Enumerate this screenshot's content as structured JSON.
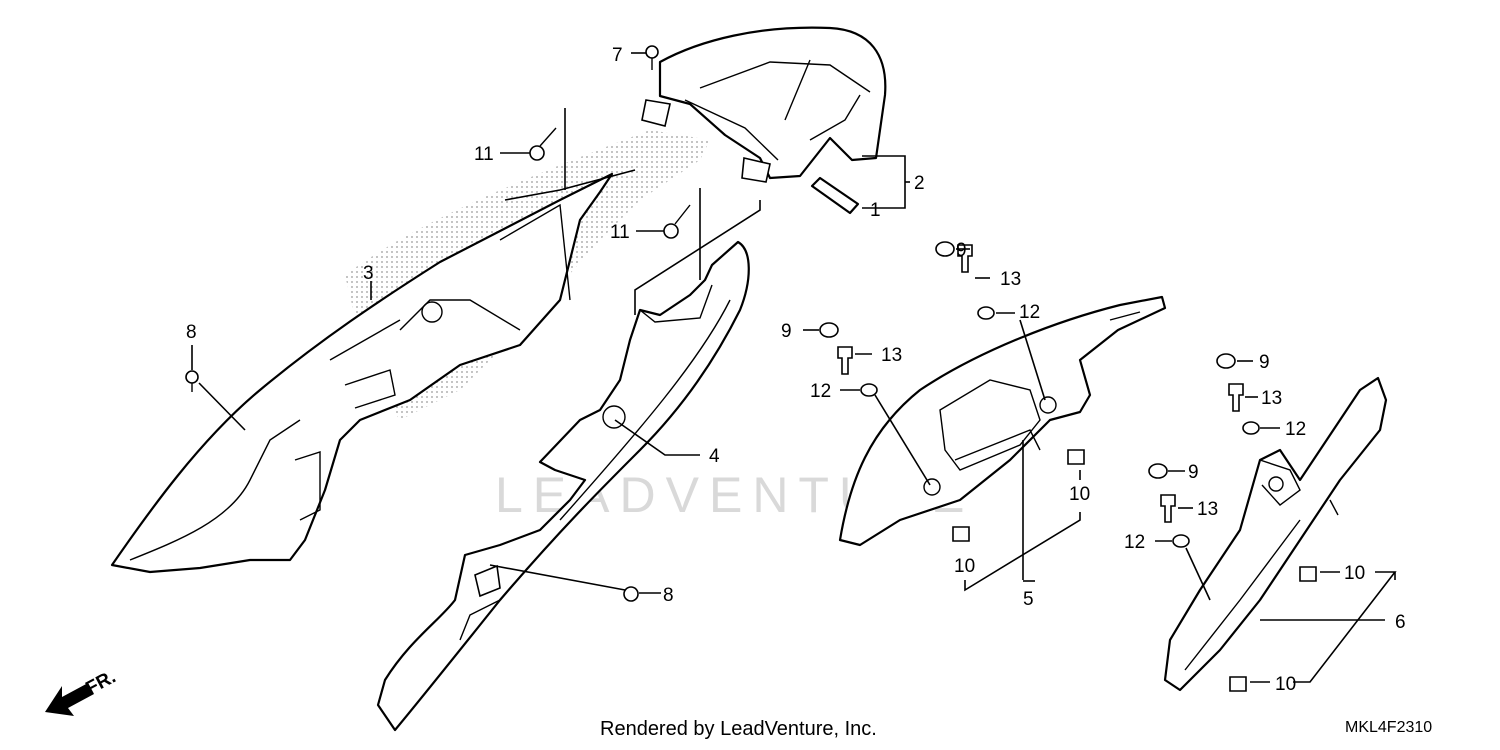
{
  "diagram": {
    "callouts": [
      "1",
      "2",
      "3",
      "4",
      "5",
      "6",
      "7",
      "8",
      "9",
      "10",
      "11",
      "12",
      "13"
    ],
    "front_arrow_label": "FR.",
    "watermark": "LEADVENTURE",
    "credit": "Rendered by LeadVenture, Inc.",
    "diagram_code": "MKL4F2310"
  }
}
